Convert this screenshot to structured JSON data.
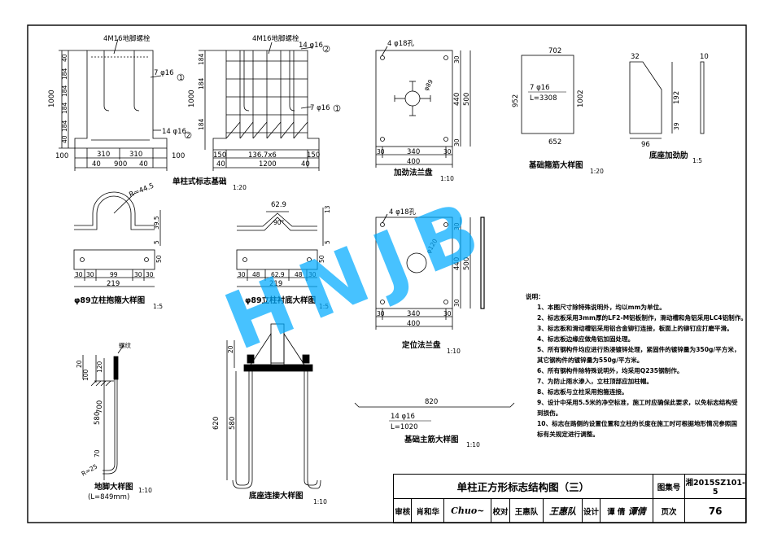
{
  "drawings": {
    "foundation": {
      "title": "单柱式标志基础",
      "scale": "1:20",
      "bolt_label": "4M16地脚螺栓",
      "rebar_label_1": "7 φ16",
      "rebar_num_1": "1",
      "rebar_label_2": "14 φ16",
      "rebar_num_2": "2",
      "dims_left": [
        "40",
        "184",
        "184",
        "184",
        "184",
        "40",
        "184"
      ],
      "dim_1000": "1000",
      "dim_100": "100",
      "dim_310": "310",
      "dim_40": "40",
      "dim_900": "900",
      "dim_150": "150",
      "dim_1367": "136.7x6",
      "dim_1200": "1200"
    },
    "stiffened_flange": {
      "title": "加劲法兰盘",
      "scale": "1:10",
      "holes": "4 φ18孔",
      "circle": "φ89",
      "dim_340": "340",
      "dim_400": "400",
      "dim_30": "30",
      "dim_440": "440",
      "dim_500": "500"
    },
    "hoop": {
      "title": "基础箍筋大样图",
      "scale": "1:20",
      "dim_top": "702",
      "dim_left": "952",
      "dim_right": "1002",
      "dim_bottom": "652",
      "rebar": "7 φ16",
      "length": "L=3308"
    },
    "rib": {
      "title": "底座加劲肋",
      "scale": "1:5",
      "dim_32": "32",
      "dim_192": "192",
      "dim_39": "39",
      "dim_96": "96",
      "dim_10": "10"
    },
    "hug_hoop": {
      "title": "φ89立柱抱箍大样图",
      "scale": "1:5",
      "radius": "R=44.5",
      "dim_395": "39.5",
      "dim_5": "5",
      "dim_50": "50",
      "dims": [
        "30",
        "30",
        "99",
        "30",
        "30"
      ],
      "total": "219"
    },
    "liner": {
      "title": "φ89立柱衬底大样图",
      "scale": "1:5",
      "dim_629": "62.9",
      "angle": "90°",
      "dim_13": "13",
      "dim_5": "5",
      "dim_50": "50",
      "dims": [
        "30",
        "48",
        "62.9",
        "48",
        "30"
      ],
      "total": "219"
    },
    "position_flange": {
      "title": "定位法兰盘",
      "scale": "1:10",
      "holes": "4 φ18孔",
      "circle": "φ120",
      "dim_340": "340",
      "dim_400": "400",
      "dim_30": "30",
      "dim_440": "440",
      "dim_500": "500"
    },
    "anchor": {
      "title": "地脚大样图",
      "subtitle": "(L=849mm)",
      "scale": "1:10",
      "thread": "螺纹",
      "dim_20": "20",
      "dim_100": "100",
      "dim_120": "120",
      "dim_700": "700",
      "dim_580": "580",
      "dim_70": "70",
      "radius": "R=25"
    },
    "base": {
      "title": "底座连接大样图",
      "scale": "1:10",
      "dim_20": "20",
      "dim_620": "620",
      "dim_580": "580"
    },
    "main_rebar": {
      "title": "基础主筋大样图",
      "scale": "1:10",
      "dim": "820",
      "rebar": "14 φ16",
      "length": "L=1020"
    }
  },
  "notes": {
    "heading": "说明：",
    "items": [
      "1、本图尺寸除特殊说明外，均以mm为单位。",
      "2、标志板采用3mm厚的LF2-M铝板制作，滑动槽和角铝采用LC4铝制作。",
      "3、标志板和滑动槽铝采用铝合金铆钉连接，板面上的铆钉应打磨平滑。",
      "4、标志板边缘应做角铝加固处理。",
      "5、所有钢构件均应进行热浸镀锌处理，紧固件的镀锌量为350g/平方米，",
      "其它钢构件的镀锌量为550g/平方米。",
      "6、所有钢构件除特殊说明外，均采用Q235钢制作。",
      "7、为防止雨水渗入，立柱顶部应加柱帽。",
      "8、标志板与立柱采用抱箍连接。",
      "9、设计中采用5.5米的净空标准，施工时应确保此要求，以免标志结构受",
      "到损伤。",
      "10、标志在路侧的设置位置和立柱的长度在施工时可根据地形情况参照国",
      "标有关规定进行调整。"
    ]
  },
  "title_block": {
    "title": "单柱正方形标志结构图（三）",
    "atlas_label": "图集号",
    "atlas_no": "湘2015SZ101-5",
    "review_label": "审核",
    "reviewer": "肖和华",
    "reviewer_sig": "Chuo~",
    "check_label": "校对",
    "checker": "王惠队",
    "checker_sig": "王惠队",
    "design_label": "设计",
    "designer": "谭 倩",
    "designer_sig": "谭倩",
    "page_label": "页次",
    "page_no": "76"
  },
  "watermark": "HNJB"
}
